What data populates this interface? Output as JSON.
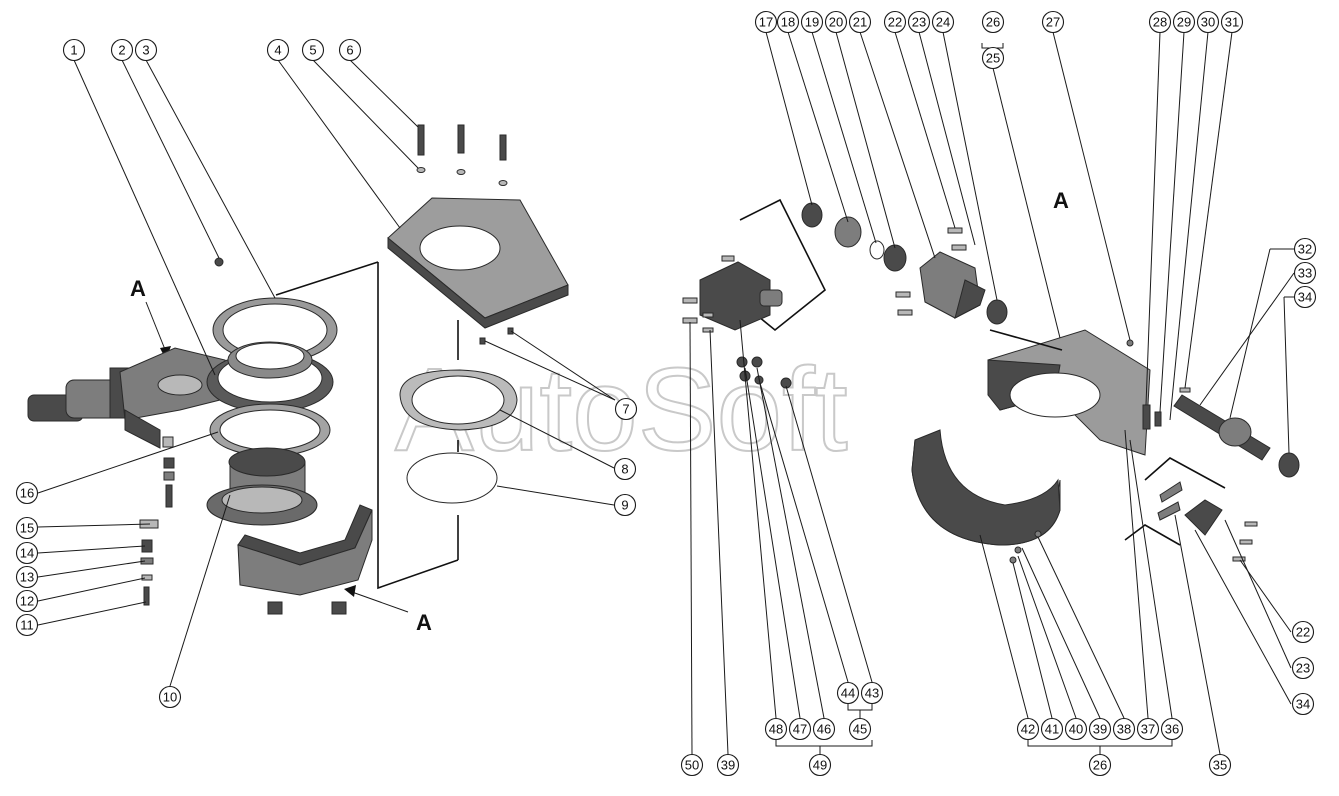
{
  "view_label": "A",
  "watermark": "AutoSoft",
  "callouts": {
    "c1": "1",
    "c2": "2",
    "c3": "3",
    "c4": "4",
    "c5": "5",
    "c6": "6",
    "c7": "7",
    "c8": "8",
    "c9": "9",
    "c10": "10",
    "c11": "11",
    "c12": "12",
    "c13": "13",
    "c14": "14",
    "c15": "15",
    "c16": "16",
    "c17": "17",
    "c18": "18",
    "c19": "19",
    "c20": "20",
    "c21": "21",
    "c22": "22",
    "c23": "23",
    "c24": "24",
    "c25": "25",
    "c26": "26",
    "c27": "27",
    "c28": "28",
    "c29": "29",
    "c30": "30",
    "c31": "31",
    "c32": "32",
    "c33": "33",
    "c34": "34",
    "c22b": "22",
    "c23b": "23",
    "c34b": "34",
    "c35": "35",
    "c36": "36",
    "c37": "37",
    "c38": "38",
    "c39": "39",
    "c40": "40",
    "c41": "41",
    "c42": "42",
    "c26b": "26",
    "c39b": "39",
    "c43": "43",
    "c44": "44",
    "c45": "45",
    "c46": "46",
    "c47": "47",
    "c48": "48",
    "c49": "49",
    "c50": "50"
  }
}
